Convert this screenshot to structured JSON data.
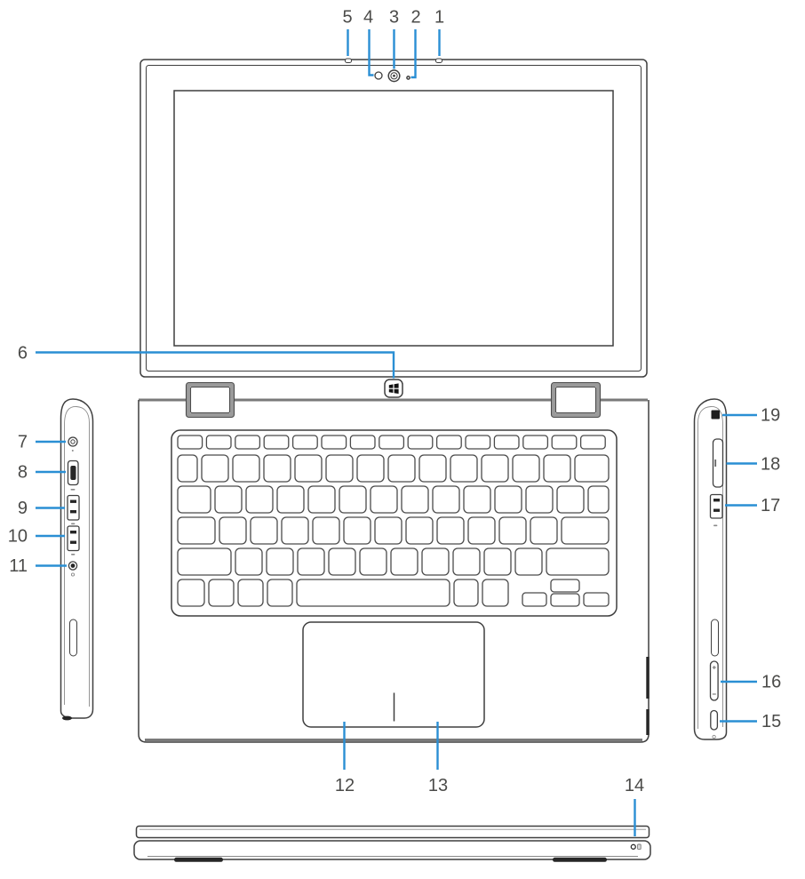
{
  "theme": {
    "accent_color": "#2A8FD4",
    "outline_color": "#3F3F3F",
    "label_color": "#4B4B49",
    "background": "#FFFFFF"
  },
  "callouts": {
    "c1": {
      "label": "1"
    },
    "c2": {
      "label": "2"
    },
    "c3": {
      "label": "3"
    },
    "c4": {
      "label": "4"
    },
    "c5": {
      "label": "5"
    },
    "c6": {
      "label": "6"
    },
    "c7": {
      "label": "7"
    },
    "c8": {
      "label": "8"
    },
    "c9": {
      "label": "9"
    },
    "c10": {
      "label": "10"
    },
    "c11": {
      "label": "11"
    },
    "c12": {
      "label": "12"
    },
    "c13": {
      "label": "13"
    },
    "c14": {
      "label": "14"
    },
    "c15": {
      "label": "15"
    },
    "c16": {
      "label": "16"
    },
    "c17": {
      "label": "17"
    },
    "c18": {
      "label": "18"
    },
    "c19": {
      "label": "19"
    }
  }
}
